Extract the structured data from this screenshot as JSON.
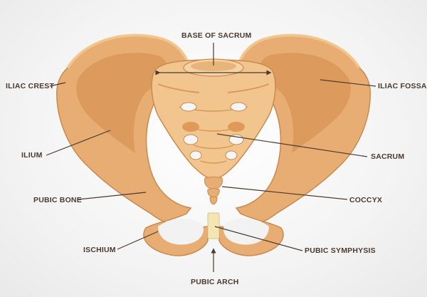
{
  "diagram": {
    "labels": {
      "base_of_sacrum": "BASE OF SACRUM",
      "iliac_crest": "ILIAC CREST",
      "iliac_fossa": "ILIAC FOSSA",
      "ilium": "ILIUM",
      "sacrum": "SACRUM",
      "pubic_bone": "PUBIC BONE",
      "coccyx": "COCCYX",
      "ischium": "ISCHIUM",
      "pubic_symphysis": "PUBIC SYMPHYSIS",
      "pubic_arch": "PUBIC ARCH"
    },
    "colors": {
      "bone_main": "#e8ad72",
      "bone_dark": "#d99355",
      "bone_light": "#f6ce98",
      "outline": "#c98a4f",
      "symphysis": "#f3e6b3",
      "leader_line": "#4a3a30",
      "label_text": "#4a3a30"
    }
  }
}
